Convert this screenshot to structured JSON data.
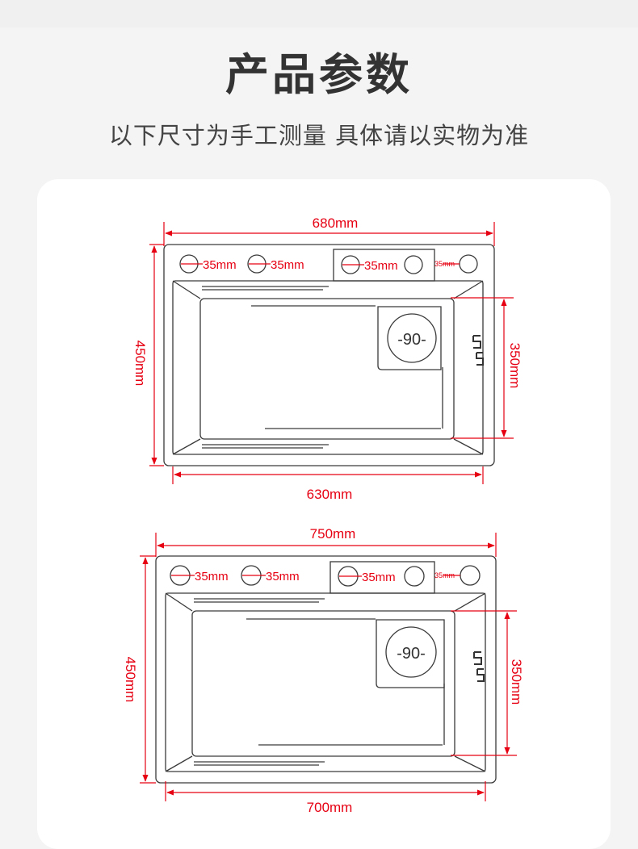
{
  "header": {
    "title": "产品参数",
    "subtitle": "以下尺寸为手工测量 具体请以实物为准"
  },
  "colors": {
    "dimension": "#e60012",
    "outline": "#3a3a3a",
    "background": "#f4f4f4",
    "card": "#ffffff"
  },
  "diagrams": [
    {
      "top_width": "680mm",
      "bottom_width": "630mm",
      "left_height": "450mm",
      "right_height": "350mm",
      "holes": [
        "35mm",
        "35mm",
        "35mm",
        "35mm"
      ],
      "cup_rinser": "-90-"
    },
    {
      "top_width": "750mm",
      "bottom_width": "700mm",
      "left_height": "450mm",
      "right_height": "350mm",
      "holes": [
        "35mm",
        "35mm",
        "35mm",
        "35mm"
      ],
      "cup_rinser": "-90-"
    }
  ]
}
